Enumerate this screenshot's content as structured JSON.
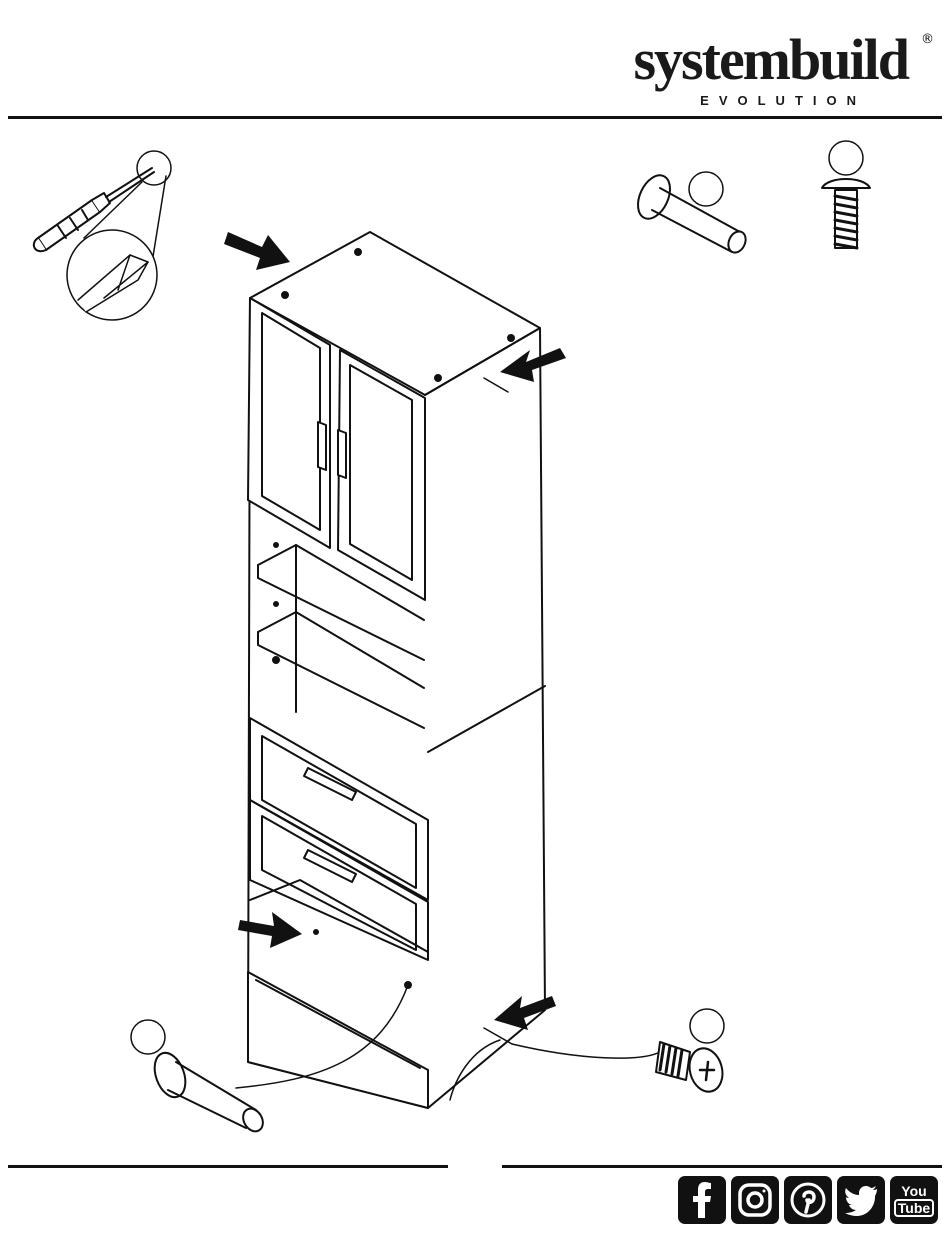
{
  "header": {
    "brand_name": "systembuild",
    "brand_registered": "®",
    "brand_subtitle": "EVOLUTION"
  },
  "illustration": {
    "parts": [
      "screwdriver-icon",
      "dowel-icon",
      "screw-icon"
    ],
    "colors": {
      "line": "#111111",
      "fill": "#ffffff",
      "arrow": "#111111"
    }
  },
  "footer": {
    "social": [
      {
        "name": "facebook"
      },
      {
        "name": "instagram"
      },
      {
        "name": "pinterest"
      },
      {
        "name": "twitter"
      },
      {
        "name": "youtube",
        "label_top": "You",
        "label_bottom": "Tube"
      }
    ]
  }
}
